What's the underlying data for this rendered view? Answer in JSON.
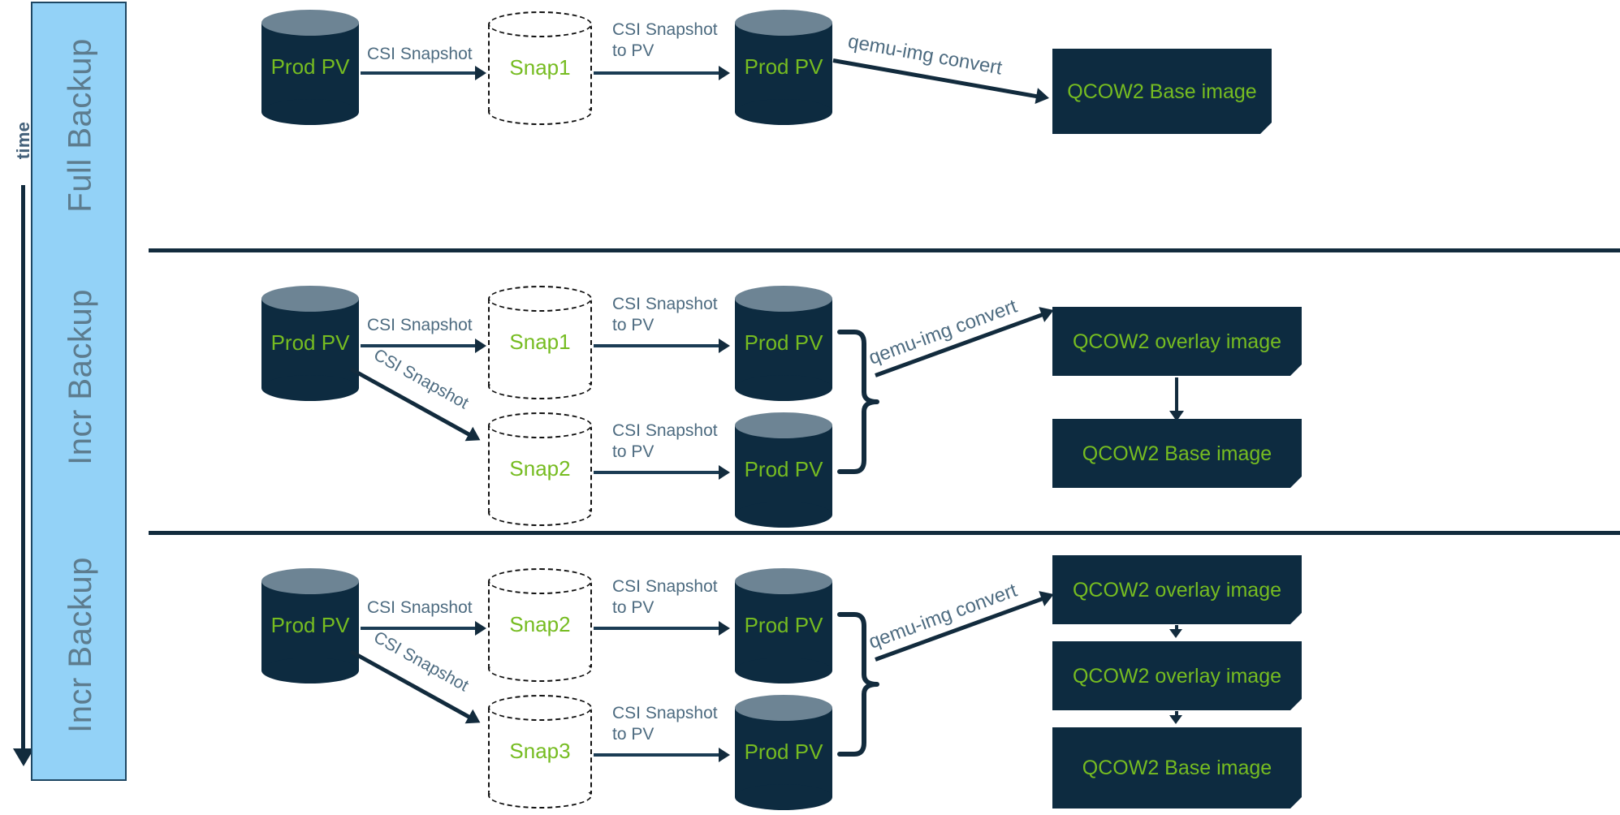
{
  "meta": {
    "title": "Kubernetes CSI snapshot to QCOW2 backup chain",
    "colors": {
      "navy": "#0d2b40",
      "green": "#76bc21",
      "sidebar_blue": "#93d2f7",
      "label_gray": "#4d6b80",
      "cylinder_top_gray": "#6d8494"
    }
  },
  "axis": {
    "label": "time"
  },
  "phases": [
    {
      "label": "Full Backup"
    },
    {
      "label": "Incr Backup"
    },
    {
      "label": "Incr Backup"
    }
  ],
  "labels": {
    "csi_snapshot": "CSI Snapshot",
    "csi_snapshot_to_pv": "CSI Snapshot\nto PV",
    "qemu_img_convert": "qemu-img convert"
  },
  "nodes": {
    "prod_pv": "Prod\nPV",
    "qcow2_base": "QCOW2 Base\nimage",
    "qcow2_base_single": "QCOW2 Base image",
    "qcow2_overlay": "QCOW2 overlay image"
  },
  "rows": [
    {
      "id": "full-backup",
      "phase": "Full Backup",
      "sources": [
        {
          "name": "Prod\nPV"
        }
      ],
      "snapshots": [
        {
          "name": "Snap1"
        }
      ],
      "restores": [
        {
          "name": "Prod\nPV"
        }
      ],
      "images": [
        {
          "name": "QCOW2 Base\nimage",
          "kind": "base"
        }
      ]
    },
    {
      "id": "incr-backup-1",
      "phase": "Incr Backup",
      "sources": [
        {
          "name": "Prod\nPV"
        }
      ],
      "snapshots": [
        {
          "name": "Snap1"
        },
        {
          "name": "Snap2"
        }
      ],
      "restores": [
        {
          "name": "Prod\nPV"
        },
        {
          "name": "Prod\nPV"
        }
      ],
      "images": [
        {
          "name": "QCOW2 overlay image",
          "kind": "overlay"
        },
        {
          "name": "QCOW2 Base image",
          "kind": "base"
        }
      ]
    },
    {
      "id": "incr-backup-2",
      "phase": "Incr Backup",
      "sources": [
        {
          "name": "Prod\nPV"
        }
      ],
      "snapshots": [
        {
          "name": "Snap2"
        },
        {
          "name": "Snap3"
        }
      ],
      "restores": [
        {
          "name": "Prod\nPV"
        },
        {
          "name": "Prod\nPV"
        }
      ],
      "images": [
        {
          "name": "QCOW2 overlay image",
          "kind": "overlay"
        },
        {
          "name": "QCOW2 overlay image",
          "kind": "overlay"
        },
        {
          "name": "QCOW2 Base image",
          "kind": "base"
        }
      ]
    }
  ]
}
